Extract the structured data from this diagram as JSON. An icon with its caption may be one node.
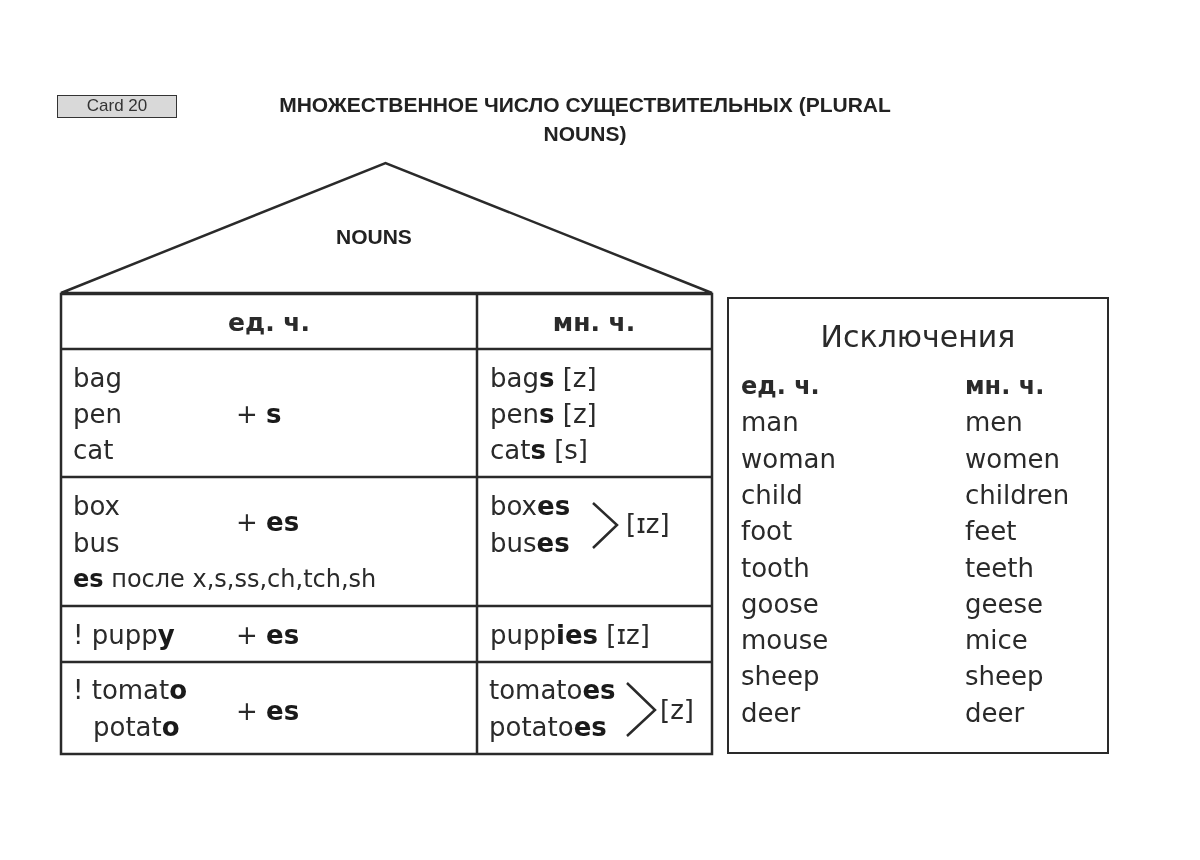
{
  "diagram": {
    "title": "МНОЖЕСТВЕННОЕ ЧИСЛО СУЩЕСТВИТЕЛЬНЫХ (PLURAL NOUNS)",
    "nodes": [
      {
        "text": [
          "Card 20"
        ]
      },
      {
        "text": [
          "NOUNS"
        ]
      },
      {
        "text": [
          "Исключения",
          "ед. ч.",
          "мн. ч.",
          "man",
          "men",
          "woman",
          "women",
          "child",
          "children",
          "foot",
          "feet",
          "tooth",
          "teeth",
          "goose",
          "geese",
          "mouse",
          "mice",
          "sheep",
          "sheep",
          "deer",
          "deer"
        ]
      }
    ],
    "edges": [],
    "labels": [
      "ед. ч.",
      "мн. ч.",
      "bag",
      "pen",
      "cat",
      "+ **s**",
      "bag**s** [z]",
      "pen**s** [z]",
      "cat**s** [s]",
      "box",
      "bus",
      "+ **es**",
      "**es** после x,s,ss,ch,tch,sh",
      "box**es**",
      "bus**es**",
      "[ɪz]",
      "! pupp**y**",
      "+ **es**",
      "pupp**ies** [ɪz]",
      "! tomat**o**",
      "potat**o**",
      "+ **es**",
      "tomato**es**",
      "potato**es**",
      "[z]"
    ]
  }
}
